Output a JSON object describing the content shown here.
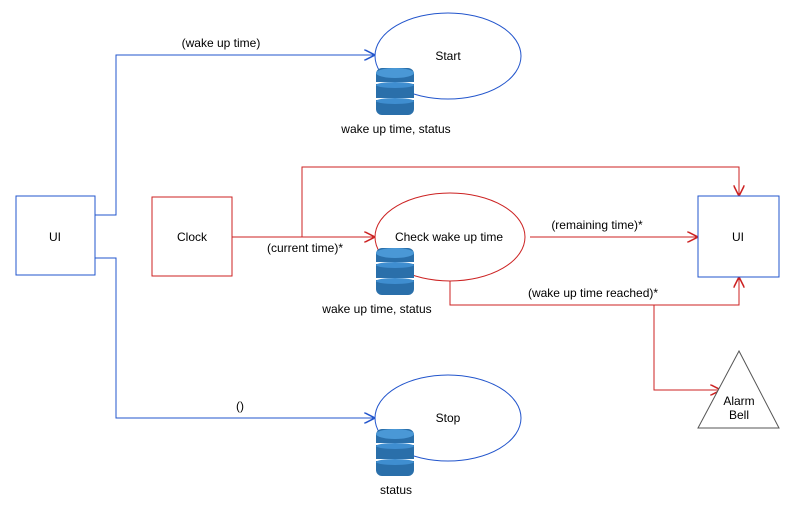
{
  "colors": {
    "blue": "#2255cc",
    "red": "#cc2222",
    "gray": "#555555",
    "db_dark": "#1f5f94",
    "db_light": "#3f8ed0"
  },
  "nodes": {
    "ui_left": "UI",
    "clock": "Clock",
    "ui_right": "UI",
    "alarm_bell": [
      "Alarm",
      "Bell"
    ],
    "start": "Start",
    "check": "Check wake up time",
    "stop": "Stop"
  },
  "stores": {
    "start": "wake up time, status",
    "check": "wake up time, status",
    "stop": "status"
  },
  "flows": {
    "to_start": "(wake up time)",
    "to_check": "(current time)*",
    "remaining": "(remaining time)*",
    "reached": "(wake up time reached)*",
    "to_stop": "()"
  },
  "icons": [
    "database-icon",
    "arrowhead-icon"
  ]
}
